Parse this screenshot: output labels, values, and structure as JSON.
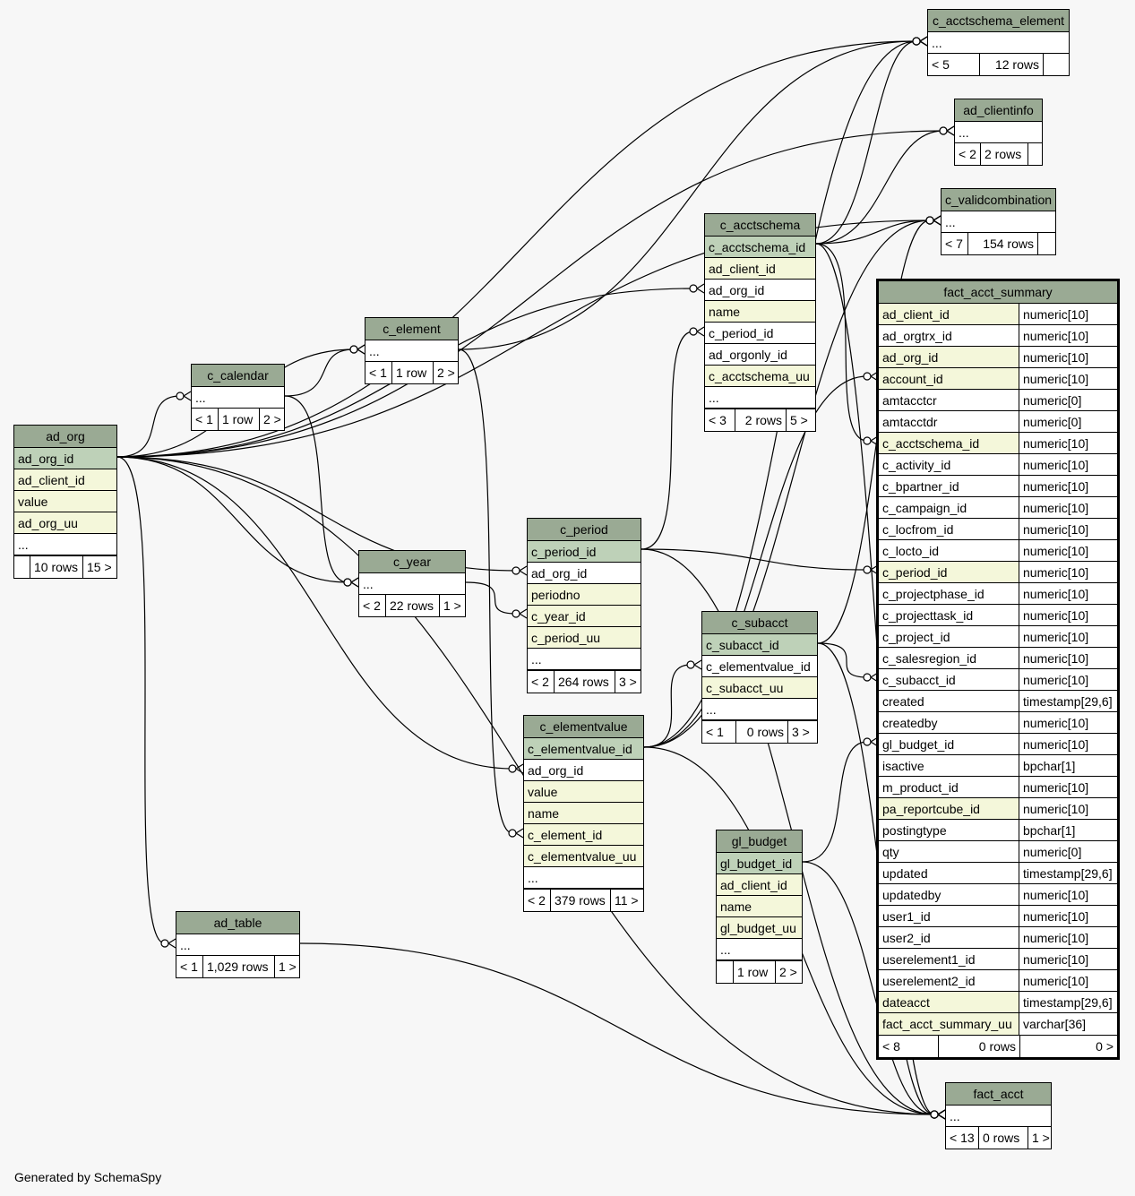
{
  "footer_note": "Generated by SchemaSpy",
  "tables": {
    "c_acctschema_element": {
      "name": "c_acctschema_element",
      "rows": [
        {
          "label": "...",
          "kind": "plain"
        }
      ],
      "footer": [
        "< 5",
        "12 rows",
        ""
      ]
    },
    "ad_clientinfo": {
      "name": "ad_clientinfo",
      "rows": [
        {
          "label": "...",
          "kind": "plain"
        }
      ],
      "footer": [
        "< 2",
        "2 rows",
        ""
      ]
    },
    "c_validcombination": {
      "name": "c_validcombination",
      "rows": [
        {
          "label": "...",
          "kind": "plain"
        }
      ],
      "footer": [
        "< 7",
        "154 rows",
        ""
      ]
    },
    "c_acctschema": {
      "name": "c_acctschema",
      "rows": [
        {
          "label": "c_acctschema_id",
          "kind": "pk"
        },
        {
          "label": "ad_client_id",
          "kind": "fk"
        },
        {
          "label": "ad_org_id",
          "kind": "plain"
        },
        {
          "label": "name",
          "kind": "fk"
        },
        {
          "label": "c_period_id",
          "kind": "plain"
        },
        {
          "label": "ad_orgonly_id",
          "kind": "plain"
        },
        {
          "label": "c_acctschema_uu",
          "kind": "fk"
        },
        {
          "label": "...",
          "kind": "plain"
        }
      ],
      "footer": [
        "< 3",
        "2 rows",
        "5 >"
      ]
    },
    "c_element": {
      "name": "c_element",
      "rows": [
        {
          "label": "...",
          "kind": "plain"
        }
      ],
      "footer": [
        "< 1",
        "1 row",
        "2 >"
      ]
    },
    "c_calendar": {
      "name": "c_calendar",
      "rows": [
        {
          "label": "...",
          "kind": "plain"
        }
      ],
      "footer": [
        "< 1",
        "1 row",
        "2 >"
      ]
    },
    "ad_org": {
      "name": "ad_org",
      "rows": [
        {
          "label": "ad_org_id",
          "kind": "pk"
        },
        {
          "label": "ad_client_id",
          "kind": "fk"
        },
        {
          "label": "value",
          "kind": "fk"
        },
        {
          "label": "ad_org_uu",
          "kind": "fk"
        },
        {
          "label": "...",
          "kind": "plain"
        }
      ],
      "footer": [
        "",
        "10 rows",
        "15 >"
      ]
    },
    "c_year": {
      "name": "c_year",
      "rows": [
        {
          "label": "...",
          "kind": "plain"
        }
      ],
      "footer": [
        "< 2",
        "22 rows",
        "1 >"
      ]
    },
    "c_period": {
      "name": "c_period",
      "rows": [
        {
          "label": "c_period_id",
          "kind": "pk"
        },
        {
          "label": "ad_org_id",
          "kind": "plain"
        },
        {
          "label": "periodno",
          "kind": "fk"
        },
        {
          "label": "c_year_id",
          "kind": "fk"
        },
        {
          "label": "c_period_uu",
          "kind": "fk"
        },
        {
          "label": "...",
          "kind": "plain"
        }
      ],
      "footer": [
        "< 2",
        "264 rows",
        "3 >"
      ]
    },
    "c_subacct": {
      "name": "c_subacct",
      "rows": [
        {
          "label": "c_subacct_id",
          "kind": "pk"
        },
        {
          "label": "c_elementvalue_id",
          "kind": "plain"
        },
        {
          "label": "c_subacct_uu",
          "kind": "fk"
        },
        {
          "label": "...",
          "kind": "plain"
        }
      ],
      "footer": [
        "< 1",
        "0 rows",
        "3 >"
      ]
    },
    "c_elementvalue": {
      "name": "c_elementvalue",
      "rows": [
        {
          "label": "c_elementvalue_id",
          "kind": "pk"
        },
        {
          "label": "ad_org_id",
          "kind": "plain"
        },
        {
          "label": "value",
          "kind": "fk"
        },
        {
          "label": "name",
          "kind": "fk"
        },
        {
          "label": "c_element_id",
          "kind": "fk"
        },
        {
          "label": "c_elementvalue_uu",
          "kind": "fk"
        },
        {
          "label": "...",
          "kind": "plain"
        }
      ],
      "footer": [
        "< 2",
        "379 rows",
        "11 >"
      ]
    },
    "gl_budget": {
      "name": "gl_budget",
      "rows": [
        {
          "label": "gl_budget_id",
          "kind": "pk"
        },
        {
          "label": "ad_client_id",
          "kind": "fk"
        },
        {
          "label": "name",
          "kind": "fk"
        },
        {
          "label": "gl_budget_uu",
          "kind": "fk"
        },
        {
          "label": "...",
          "kind": "plain"
        }
      ],
      "footer": [
        "",
        "1 row",
        "2 >"
      ]
    },
    "ad_table": {
      "name": "ad_table",
      "rows": [
        {
          "label": "...",
          "kind": "plain"
        }
      ],
      "footer": [
        "< 1",
        "1,029 rows",
        "1 >"
      ]
    },
    "fact_acct": {
      "name": "fact_acct",
      "rows": [
        {
          "label": "...",
          "kind": "plain"
        }
      ],
      "footer": [
        "< 13",
        "0 rows",
        "1 >"
      ]
    },
    "fact_acct_summary": {
      "name": "fact_acct_summary",
      "columns": [
        {
          "label": "ad_client_id",
          "type": "numeric[10]",
          "kind": "fk"
        },
        {
          "label": "ad_orgtrx_id",
          "type": "numeric[10]",
          "kind": "plain"
        },
        {
          "label": "ad_org_id",
          "type": "numeric[10]",
          "kind": "fk"
        },
        {
          "label": "account_id",
          "type": "numeric[10]",
          "kind": "fk"
        },
        {
          "label": "amtacctcr",
          "type": "numeric[0]",
          "kind": "plain"
        },
        {
          "label": "amtacctdr",
          "type": "numeric[0]",
          "kind": "plain"
        },
        {
          "label": "c_acctschema_id",
          "type": "numeric[10]",
          "kind": "fk"
        },
        {
          "label": "c_activity_id",
          "type": "numeric[10]",
          "kind": "plain"
        },
        {
          "label": "c_bpartner_id",
          "type": "numeric[10]",
          "kind": "plain"
        },
        {
          "label": "c_campaign_id",
          "type": "numeric[10]",
          "kind": "plain"
        },
        {
          "label": "c_locfrom_id",
          "type": "numeric[10]",
          "kind": "plain"
        },
        {
          "label": "c_locto_id",
          "type": "numeric[10]",
          "kind": "plain"
        },
        {
          "label": "c_period_id",
          "type": "numeric[10]",
          "kind": "fk"
        },
        {
          "label": "c_projectphase_id",
          "type": "numeric[10]",
          "kind": "plain"
        },
        {
          "label": "c_projecttask_id",
          "type": "numeric[10]",
          "kind": "plain"
        },
        {
          "label": "c_project_id",
          "type": "numeric[10]",
          "kind": "plain"
        },
        {
          "label": "c_salesregion_id",
          "type": "numeric[10]",
          "kind": "plain"
        },
        {
          "label": "c_subacct_id",
          "type": "numeric[10]",
          "kind": "plain"
        },
        {
          "label": "created",
          "type": "timestamp[29,6]",
          "kind": "plain"
        },
        {
          "label": "createdby",
          "type": "numeric[10]",
          "kind": "plain"
        },
        {
          "label": "gl_budget_id",
          "type": "numeric[10]",
          "kind": "plain"
        },
        {
          "label": "isactive",
          "type": "bpchar[1]",
          "kind": "plain"
        },
        {
          "label": "m_product_id",
          "type": "numeric[10]",
          "kind": "plain"
        },
        {
          "label": "pa_reportcube_id",
          "type": "numeric[10]",
          "kind": "fk"
        },
        {
          "label": "postingtype",
          "type": "bpchar[1]",
          "kind": "plain"
        },
        {
          "label": "qty",
          "type": "numeric[0]",
          "kind": "plain"
        },
        {
          "label": "updated",
          "type": "timestamp[29,6]",
          "kind": "plain"
        },
        {
          "label": "updatedby",
          "type": "numeric[10]",
          "kind": "plain"
        },
        {
          "label": "user1_id",
          "type": "numeric[10]",
          "kind": "plain"
        },
        {
          "label": "user2_id",
          "type": "numeric[10]",
          "kind": "plain"
        },
        {
          "label": "userelement1_id",
          "type": "numeric[10]",
          "kind": "plain"
        },
        {
          "label": "userelement2_id",
          "type": "numeric[10]",
          "kind": "plain"
        },
        {
          "label": "dateacct",
          "type": "timestamp[29,6]",
          "kind": "fk"
        },
        {
          "label": "fact_acct_summary_uu",
          "type": "varchar[36]",
          "kind": "fk"
        }
      ],
      "footer": [
        "< 8",
        "0 rows",
        "0 >"
      ]
    }
  },
  "relationships": [
    {
      "from": "ad_org",
      "to": "c_acctschema_element"
    },
    {
      "from": "ad_org",
      "to": "ad_clientinfo"
    },
    {
      "from": "ad_org",
      "to": "c_validcombination"
    },
    {
      "from": "ad_org",
      "to": "c_acctschema"
    },
    {
      "from": "ad_org",
      "to": "c_element"
    },
    {
      "from": "ad_org",
      "to": "c_calendar"
    },
    {
      "from": "ad_org",
      "to": "c_year"
    },
    {
      "from": "ad_org",
      "to": "c_period"
    },
    {
      "from": "ad_org",
      "to": "c_elementvalue"
    },
    {
      "from": "ad_org",
      "to": "ad_table"
    },
    {
      "from": "ad_org",
      "to": "fact_acct"
    },
    {
      "from": "c_acctschema",
      "to": "c_acctschema_element"
    },
    {
      "from": "c_acctschema",
      "to": "ad_clientinfo"
    },
    {
      "from": "c_acctschema",
      "to": "c_validcombination"
    },
    {
      "from": "c_acctschema",
      "to": "fact_acct_summary"
    },
    {
      "from": "c_acctschema",
      "to": "fact_acct"
    },
    {
      "from": "c_element",
      "to": "c_acctschema_element"
    },
    {
      "from": "c_element",
      "to": "c_elementvalue"
    },
    {
      "from": "c_calendar",
      "to": "c_element"
    },
    {
      "from": "c_calendar",
      "to": "c_year"
    },
    {
      "from": "c_year",
      "to": "c_period"
    },
    {
      "from": "c_period",
      "to": "c_acctschema"
    },
    {
      "from": "c_period",
      "to": "fact_acct_summary"
    },
    {
      "from": "c_period",
      "to": "fact_acct"
    },
    {
      "from": "c_elementvalue",
      "to": "c_acctschema_element"
    },
    {
      "from": "c_elementvalue",
      "to": "c_validcombination"
    },
    {
      "from": "c_elementvalue",
      "to": "c_subacct"
    },
    {
      "from": "c_elementvalue",
      "to": "fact_acct_summary"
    },
    {
      "from": "c_elementvalue",
      "to": "fact_acct"
    },
    {
      "from": "c_subacct",
      "to": "c_validcombination"
    },
    {
      "from": "c_subacct",
      "to": "fact_acct_summary"
    },
    {
      "from": "c_subacct",
      "to": "fact_acct"
    },
    {
      "from": "gl_budget",
      "to": "fact_acct_summary"
    },
    {
      "from": "gl_budget",
      "to": "fact_acct"
    },
    {
      "from": "ad_table",
      "to": "fact_acct"
    }
  ]
}
